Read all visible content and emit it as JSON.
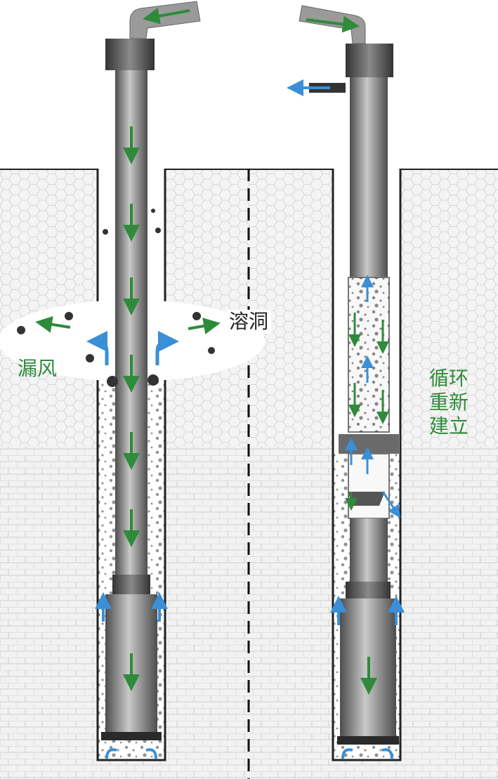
{
  "labels": {
    "cave": "溶洞",
    "air_leak": "漏风",
    "rebuild_line1": "循环",
    "rebuild_line2": "重新",
    "rebuild_line3": "建立"
  },
  "colors": {
    "rock_fill": "#f1f1f1",
    "rock_line": "#d8d8d8",
    "pipe_dark": "#5a5a5a",
    "pipe_light": "#c4c4c4",
    "downflow_arrow": "#2e8b3a",
    "upflow_arrow": "#3a8fd6",
    "cuttings": "#333333",
    "label_green": "#2e8b3a"
  }
}
